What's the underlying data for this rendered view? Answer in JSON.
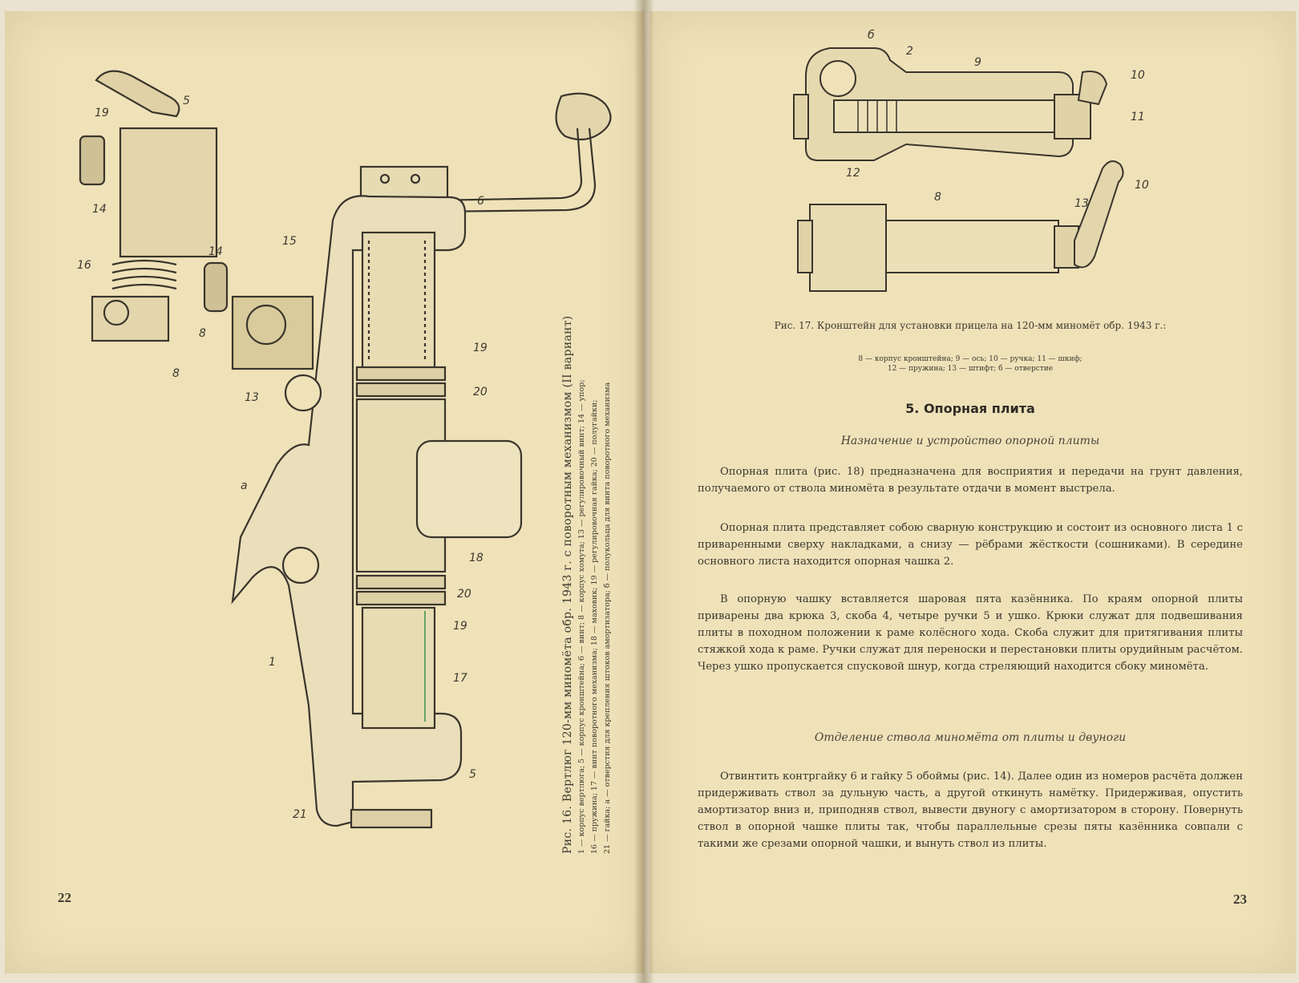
{
  "left_page": {
    "page_number": "22",
    "figure": {
      "callouts": [
        "19",
        "5",
        "14",
        "16",
        "8",
        "14",
        "15",
        "8",
        "13",
        "a",
        "6",
        "19",
        "20",
        "18",
        "20",
        "19",
        "1",
        "17",
        "5",
        "21"
      ],
      "caption_title": "Рис. 16. Вертлюг 120-мм миномёта обр. 1943 г. с поворотным механизмом (II вариант)",
      "caption_legend_1": "1 — корпус вертлюга; 5 — корпус кронштейна; 6 — винт; 8 — корпус хомута; 13 — регулировочный винт; 14 — упор;",
      "caption_legend_2": "16 — пружина; 17 — винт поворотного механизма; 18 — маховик; 19 — регулировочная гайка; 20 — полугайки;",
      "caption_legend_3": "21 — гайка; а — отверстия для крепления штоков амортизатора; б — полукольца для винта поворотного механизма"
    }
  },
  "right_page": {
    "page_number": "23",
    "figure": {
      "callouts": [
        "б",
        "2",
        "9",
        "10",
        "11",
        "12",
        "8",
        "13",
        "10"
      ],
      "caption_title": "Рис. 17. Кронштейн для установки прицела на 120-мм миномёт обр. 1943 г.:",
      "caption_legend_1": "8 — корпус кронштейна; 9 — ось; 10 — ручка; 11 — шкиф;",
      "caption_legend_2": "12 — пружина; 13 — штифт; б — отверстие"
    },
    "section_title": "5. Опорная плита",
    "subsection_1": "Назначение и устройство опорной плиты",
    "paragraph_1": "Опорная плита (рис. 18) предназначена для восприятия и передачи на грунт давления, получаемого от ствола миномёта в результате отдачи в момент выстрела.",
    "paragraph_2": "Опорная плита представляет собою сварную конструкцию и состоит из основного листа 1 с приваренными сверху накладками, а снизу — рёбрами жёсткости (сошниками). В середине основного листа находится опорная чашка 2.",
    "paragraph_3": "В опорную чашку вставляется шаровая пята казённика. По краям опорной плиты приварены два крюка 3, скоба 4, четыре ручки 5 и ушко. Крюки служат для подвешивания плиты в походном положении к раме колёсного хода. Скоба служит для притягивания плиты стяжкой хода к раме. Ручки служат для переноски и перестановки плиты орудийным расчётом. Через ушко пропускается спусковой шнур, когда стреляющий находится сбоку миномёта.",
    "subsection_2": "Отделение ствола миномёта от плиты и двуноги",
    "paragraph_4": "Отвинтить контргайку 6 и гайку 5 обоймы (рис. 14). Далее один из номеров расчёта должен придерживать ствол за дульную часть, а другой откинуть намётку. Придерживая, опустить амортизатор вниз и, приподняв ствол, вывести двуногу с амортизатором в сторону. Повернуть ствол в опорной чашке плиты так, чтобы параллельные срезы пяты казённика совпали с такими же срезами опорной чашки, и вынуть ствол из плиты."
  }
}
